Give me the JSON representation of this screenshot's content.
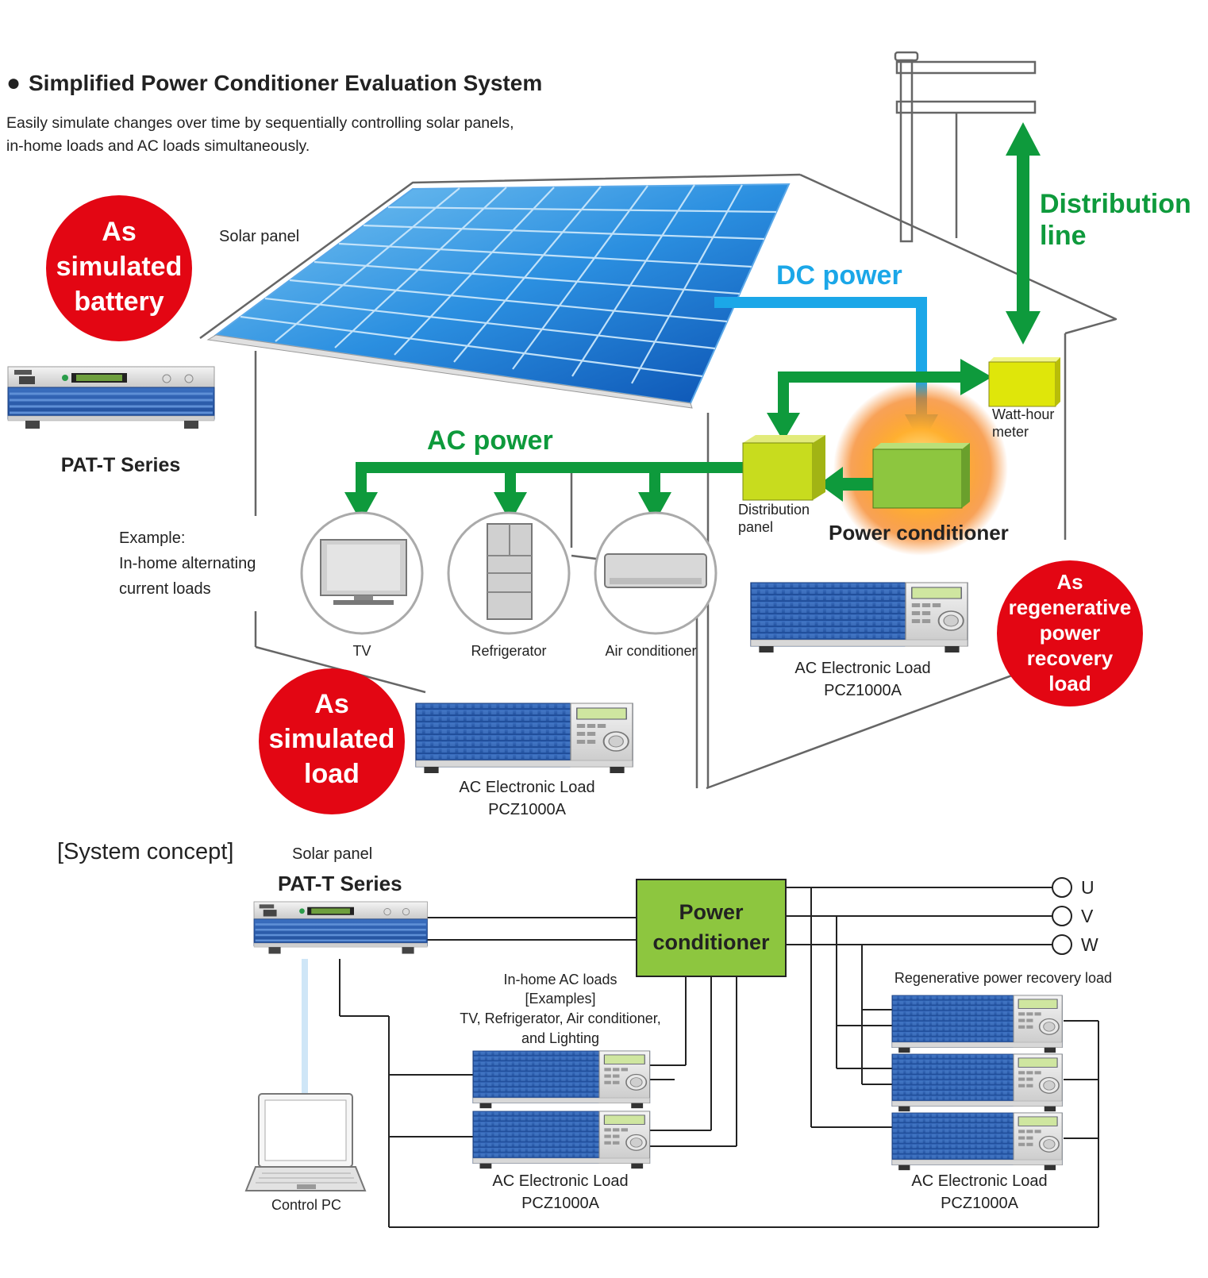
{
  "header": {
    "bullet": "●",
    "title": "Simplified Power Conditioner Evaluation System",
    "subtitle_line1": "Easily simulate changes over time by sequentially controlling solar panels,",
    "subtitle_line2": "in-home loads and AC loads simultaneously."
  },
  "badges": {
    "battery": [
      "As",
      "simulated",
      "battery"
    ],
    "load": [
      "As",
      "simulated",
      "load"
    ],
    "regen": [
      "As",
      "regenerative",
      "power",
      "recovery",
      "load"
    ]
  },
  "house": {
    "solar_panel": "Solar panel",
    "pat_series": "PAT-T Series",
    "dc_power": "DC power",
    "ac_power": "AC power",
    "distribution_line": [
      "Distribution",
      "line"
    ],
    "watt_hour_meter": [
      "Watt-hour",
      "meter"
    ],
    "distribution_panel": [
      "Distribution",
      "panel"
    ],
    "power_conditioner": "Power conditioner",
    "example": [
      "Example:",
      "In-home alternating",
      "current loads"
    ],
    "tv": "TV",
    "refrigerator": "Refrigerator",
    "air_conditioner": "Air conditioner",
    "ac_load_right": [
      "AC Electronic Load",
      "PCZ1000A"
    ],
    "ac_load_bottom": [
      "AC Electronic Load",
      "PCZ1000A"
    ]
  },
  "concept": {
    "title": "[System concept]",
    "solar_panel": "Solar panel",
    "pat_series": "PAT-T Series",
    "power_conditioner": [
      "Power",
      "conditioner"
    ],
    "phases": [
      "U",
      "V",
      "W"
    ],
    "inhome_loads": [
      "In-home AC loads",
      "[Examples]",
      "TV, Refrigerator, Air conditioner,",
      "and Lighting"
    ],
    "regen_load": "Regenerative power recovery load",
    "ac_load_left": [
      "AC Electronic Load",
      "PCZ1000A"
    ],
    "ac_load_right": [
      "AC Electronic Load",
      "PCZ1000A"
    ],
    "control_pc": "Control PC"
  },
  "colors": {
    "green_arrow": "#0e9a3c",
    "dc_blue": "#1ba7e8",
    "badge_red": "#e30613",
    "conditioner_green": "#8dc63f",
    "panel_yellow": "#c8dc1e",
    "meter_yellow": "#dfe60a",
    "instrument_blue": "#2a5aa8"
  }
}
